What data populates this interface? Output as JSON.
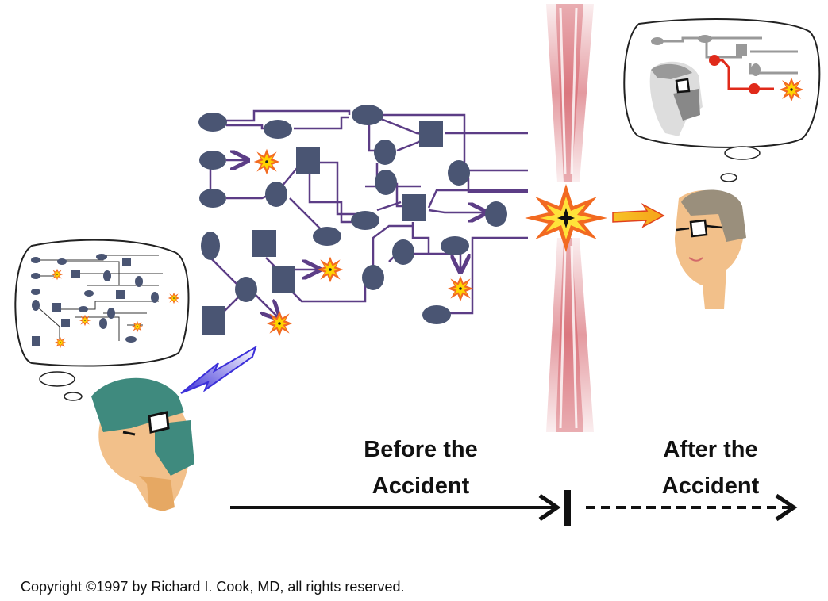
{
  "labels": {
    "before_line1": "Before the",
    "before_line2": "Accident",
    "after_line1": "After the",
    "after_line2": "Accident"
  },
  "copyright": "Copyright ©1997 by Richard I. Cook, MD, all rights reserved.",
  "colors": {
    "node": "#4a5573",
    "wire": "#5c3d86",
    "explosion_orange": "#f26a21",
    "explosion_yellow": "#ffd400",
    "red_path": "#e02a1a",
    "blur_red": "#c9333f",
    "mask_green": "#3f8a7e",
    "skin": "#f2c08a",
    "hair_gray": "#9a8f7c",
    "arrow_blue": "#3b2fd9"
  }
}
